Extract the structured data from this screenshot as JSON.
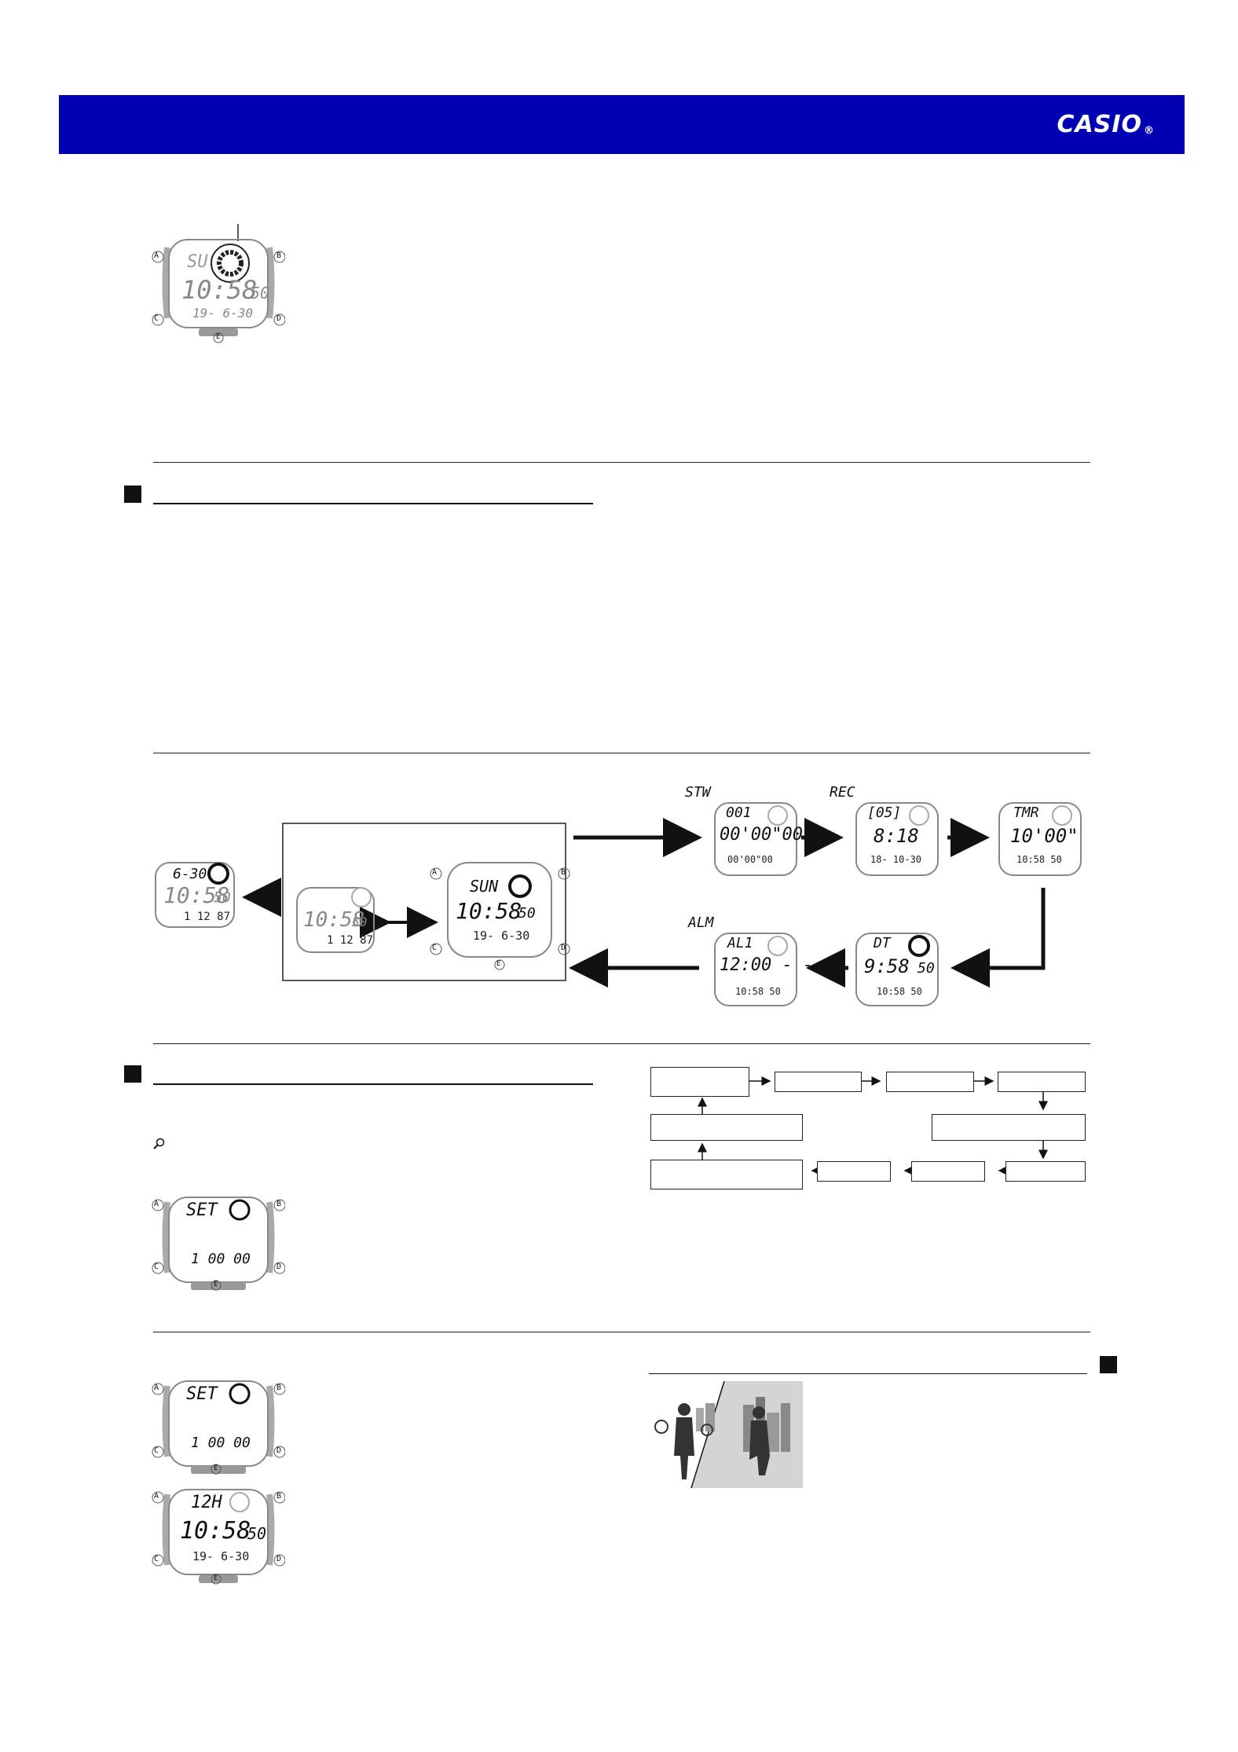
{
  "header": {
    "brand": "CASIO",
    "registered_mark": "®",
    "bar_color": "#0000b3"
  },
  "watch_buttons": {
    "a": "A",
    "b": "B",
    "c": "C",
    "d": "D",
    "e": "E"
  },
  "watch_top": {
    "day": "SU",
    "time": "10:58",
    "seconds": "50",
    "date": "19- 6-30"
  },
  "mode_cycle": {
    "left_display": {
      "date": "6-30",
      "time": "10:58",
      "seconds": "50",
      "bottom": "1 12 87"
    },
    "box_left": {
      "time": "10:58",
      "seconds": "50",
      "bottom": "1 12 87"
    },
    "box_right": {
      "day": "SUN",
      "time": "10:58",
      "seconds": "50",
      "date": "19- 6-30"
    },
    "stw": {
      "label": "STW",
      "code": "001",
      "main": "00'00\"00",
      "sub": "00'00\"00"
    },
    "rec": {
      "label": "REC",
      "code": "[05]",
      "main": "8:18",
      "sub": "18- 10-30"
    },
    "tmr": {
      "code": "TMR",
      "main": "10'00\"",
      "sub": "10:58 50"
    },
    "dt": {
      "code": "DT",
      "main": "9:58",
      "seconds": "50",
      "sub": "10:58 50"
    },
    "alm": {
      "label": "ALM",
      "code": "AL1",
      "main": "12:00 - -",
      "sub": "10:58 50"
    }
  },
  "set_display_1": {
    "code": "SET",
    "value": "1 00 00"
  },
  "set_display_2": {
    "code": "SET",
    "value": "1 00 00"
  },
  "watch_12h": {
    "code": "12H",
    "time": "10:58",
    "seconds": "50",
    "date": "19- 6-30"
  }
}
